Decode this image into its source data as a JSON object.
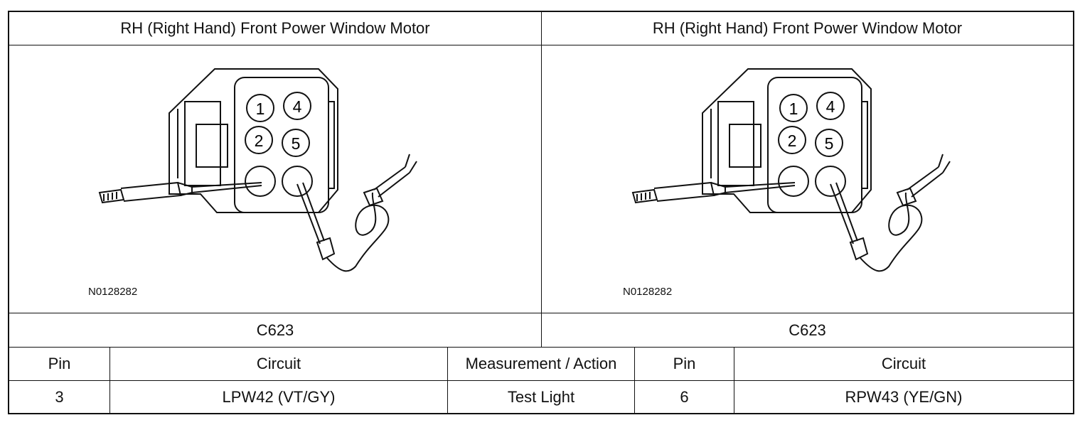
{
  "left_panel": {
    "title": "RH (Right Hand) Front Power Window Motor",
    "figure_code": "N0128282",
    "pin_labels": [
      "1",
      "4",
      "2",
      "5"
    ],
    "connector": "C623"
  },
  "right_panel": {
    "title": "RH (Right Hand) Front Power Window Motor",
    "figure_code": "N0128282",
    "pin_labels": [
      "1",
      "4",
      "2",
      "5"
    ],
    "connector": "C623"
  },
  "table": {
    "headers": [
      "Pin",
      "Circuit",
      "Measurement / Action",
      "Pin",
      "Circuit"
    ],
    "row": [
      "3",
      "LPW42 (VT/GY)",
      "Test Light",
      "6",
      "RPW43 (YE/GN)"
    ]
  }
}
